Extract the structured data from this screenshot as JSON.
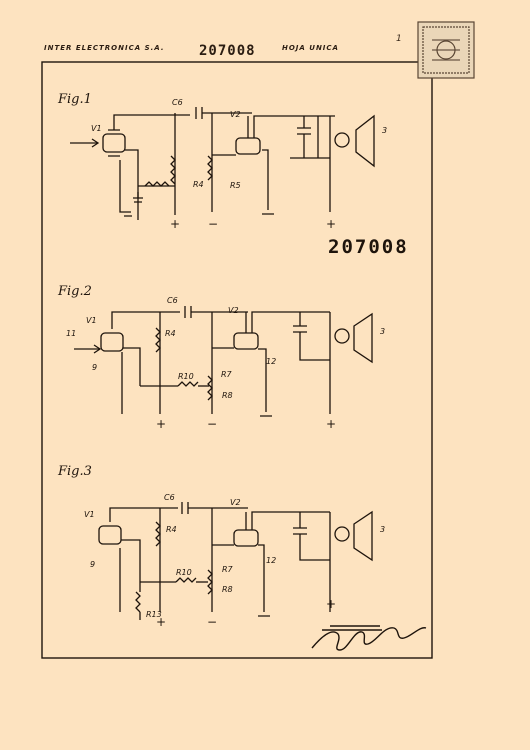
{
  "header": {
    "company": "INTER ELECTRONICA S.A.",
    "patent_number": "207008",
    "sheet": "HOJA UNICA",
    "ref": "1"
  },
  "big_number": "207008",
  "stamp_icon": "revenue-stamp-icon",
  "signature_icon": "signature-icon",
  "figures": [
    {
      "label": "Fig.1",
      "components": {
        "v1": "V1",
        "v2": "V2",
        "c6": "C6",
        "r4": "R4",
        "r5": "R5",
        "out": "3",
        "plus_left": "+",
        "minus": "−",
        "plus_right": "+"
      }
    },
    {
      "label": "Fig.2",
      "components": {
        "v1": "V1",
        "v2": "V2",
        "c6": "C6",
        "r4": "R4",
        "r7": "R7",
        "r8": "R8",
        "r10": "R10",
        "n11": "11",
        "n9": "9",
        "n12": "12",
        "out": "3",
        "plus_left": "+",
        "minus": "−",
        "plus_right": "+"
      }
    },
    {
      "label": "Fig.3",
      "components": {
        "v1": "V1",
        "v2": "V2",
        "c6": "C6",
        "r4": "R4",
        "r7": "R7",
        "r8": "R8",
        "r10": "R10",
        "r13": "R13",
        "n9": "9",
        "n12": "12",
        "out": "3",
        "plus_left": "+",
        "minus": "−",
        "plus_right": "+"
      }
    }
  ]
}
